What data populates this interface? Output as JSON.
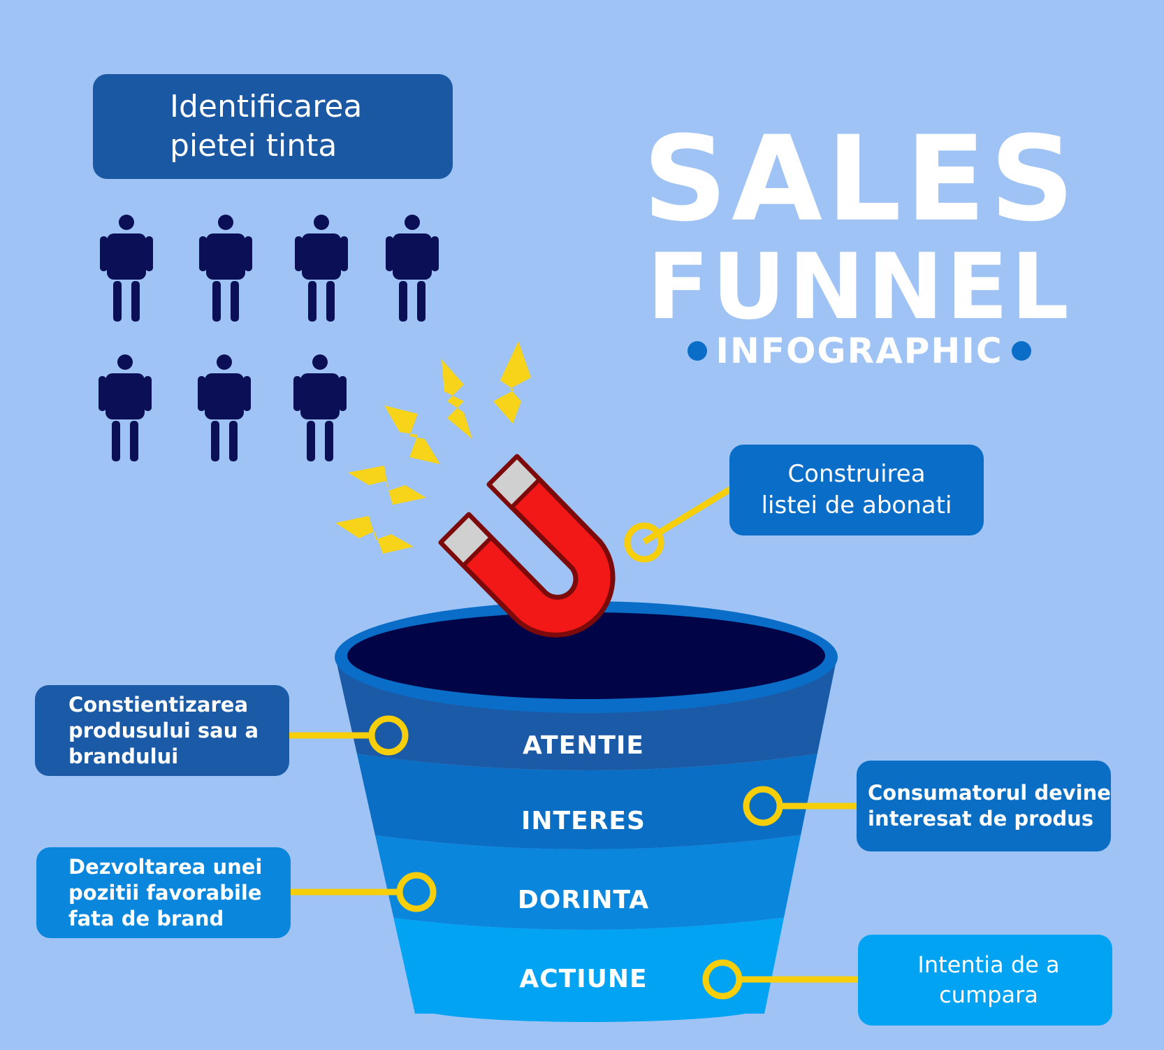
{
  "title": {
    "line1": "SALES",
    "line2": "FUNNEL",
    "sub": "INFOGRAPHIC"
  },
  "target_market": {
    "line1": "Identificarea",
    "line2": "pietei tinta"
  },
  "subscribers": {
    "line1": "Construirea",
    "line2": "listei de abonati"
  },
  "stages": [
    {
      "label": "ATENTIE",
      "note_lines": [
        "Constientizarea",
        "produsului sau a",
        "brandului"
      ],
      "color": "#1a5aa6"
    },
    {
      "label": "INTERES",
      "note_lines": [
        "Consumatorul devine",
        "interesat de produs"
      ],
      "color": "#0a6fc4"
    },
    {
      "label": "DORINTA",
      "note_lines": [
        "Dezvoltarea unei",
        "pozitii favorabile",
        "fata de brand"
      ],
      "color": "#0b86dd"
    },
    {
      "label": "ACTIUNE",
      "note_lines": [
        "Intentia de a",
        "cumpara"
      ],
      "color": "#02a3f3"
    }
  ],
  "colors": {
    "background": "#9fc3f4",
    "person": "#0b0f55",
    "connector": "#f6cf0a",
    "magnet": "#f21818",
    "lightning": "#f7d31a",
    "funnel_rim": "#0a6ec8",
    "funnel_inside": "#020448"
  }
}
